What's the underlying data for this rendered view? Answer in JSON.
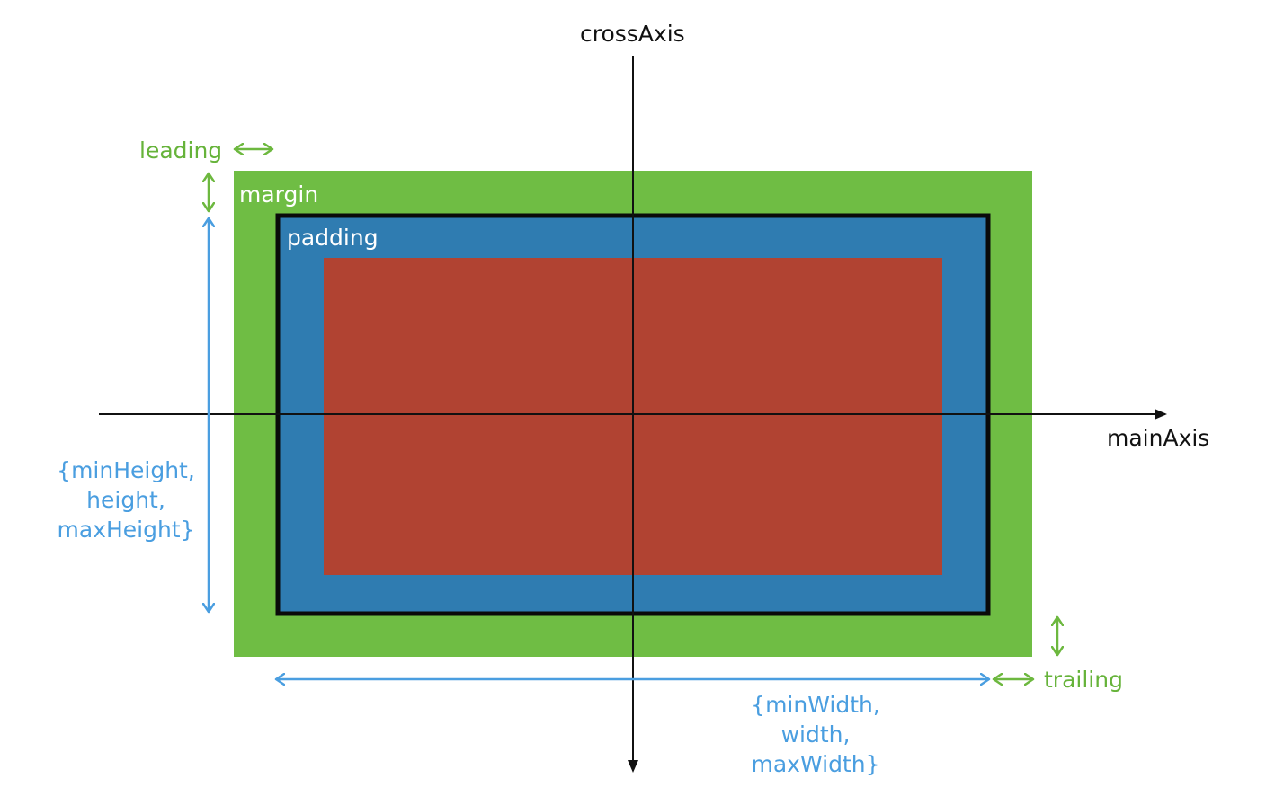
{
  "labels": {
    "cross_axis": "crossAxis",
    "main_axis": "mainAxis",
    "leading": "leading",
    "trailing": "trailing",
    "margin": "margin",
    "padding": "padding",
    "height_group": [
      "{minHeight,",
      "height,",
      "maxHeight}"
    ],
    "width_group": [
      "{minWidth,",
      "width,",
      "maxWidth}"
    ]
  },
  "colors": {
    "margin_fill": "#6fbd44",
    "padding_fill": "#2f7cb1",
    "content_fill": "#b14332",
    "border": "#0a0a0a",
    "axis": "#111111",
    "green_arrow": "#6db83f",
    "blue_arrow": "#4a9ee0",
    "green_text": "#66b33a",
    "blue_text": "#4a9ee0"
  }
}
